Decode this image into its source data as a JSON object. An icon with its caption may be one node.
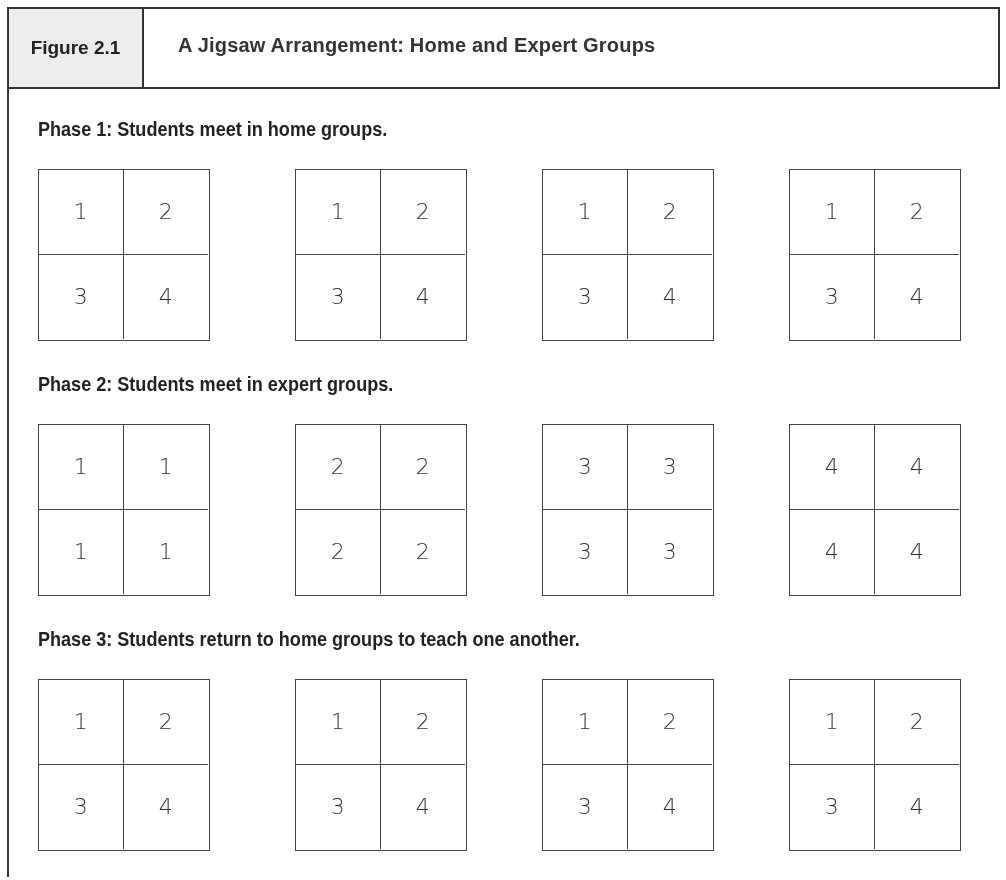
{
  "diagram": {
    "title": "A Jigsaw Arrangement: Home and Expert Groups",
    "nodes": [
      {
        "text": [],
        "shape": "box"
      },
      {
        "text": [
          "1"
        ],
        "in": 0
      },
      {
        "text": [
          "2"
        ],
        "in": 0
      },
      {
        "text": [
          "3"
        ],
        "in": 0
      },
      {
        "text": [
          "4"
        ],
        "in": 0
      },
      {
        "text": [],
        "shape": "box"
      },
      {
        "text": [
          "1"
        ],
        "in": 5
      },
      {
        "text": [
          "2"
        ],
        "in": 5
      },
      {
        "text": [
          "3"
        ],
        "in": 5
      },
      {
        "text": [
          "4"
        ],
        "in": 5
      },
      {
        "text": [],
        "shape": "box"
      },
      {
        "text": [
          "1"
        ],
        "in": 10
      },
      {
        "text": [
          "2"
        ],
        "in": 10
      },
      {
        "text": [
          "3"
        ],
        "in": 10
      },
      {
        "text": [
          "4"
        ],
        "in": 10
      },
      {
        "text": [],
        "shape": "box"
      },
      {
        "text": [
          "1"
        ],
        "in": 15
      },
      {
        "text": [
          "2"
        ],
        "in": 15
      },
      {
        "text": [
          "3"
        ],
        "in": 15
      },
      {
        "text": [
          "4"
        ],
        "in": 15
      },
      {
        "text": [],
        "shape": "box"
      },
      {
        "text": [
          "1"
        ],
        "in": 20
      },
      {
        "text": [
          "1"
        ],
        "in": 20
      },
      {
        "text": [
          "1"
        ],
        "in": 20
      },
      {
        "text": [
          "1"
        ],
        "in": 20
      },
      {
        "text": [],
        "shape": "box"
      },
      {
        "text": [
          "2"
        ],
        "in": 25
      },
      {
        "text": [
          "2"
        ],
        "in": 25
      },
      {
        "text": [
          "2"
        ],
        "in": 25
      },
      {
        "text": [
          "2"
        ],
        "in": 25
      },
      {
        "text": [],
        "shape": "box"
      },
      {
        "text": [
          "3"
        ],
        "in": 30
      },
      {
        "text": [
          "3"
        ],
        "in": 30
      },
      {
        "text": [
          "3"
        ],
        "in": 30
      },
      {
        "text": [
          "3"
        ],
        "in": 30
      },
      {
        "text": [],
        "shape": "box"
      },
      {
        "text": [
          "4"
        ],
        "in": 35
      },
      {
        "text": [
          "4"
        ],
        "in": 35
      },
      {
        "text": [
          "4"
        ],
        "in": 35
      },
      {
        "text": [
          "4"
        ],
        "in": 35
      },
      {
        "text": [],
        "shape": "box"
      },
      {
        "text": [
          "1"
        ],
        "in": 40
      },
      {
        "text": [
          "2"
        ],
        "in": 40
      },
      {
        "text": [
          "3"
        ],
        "in": 40
      },
      {
        "text": [
          "4"
        ],
        "in": 40
      },
      {
        "text": [],
        "shape": "box"
      },
      {
        "text": [
          "1"
        ],
        "in": 45
      },
      {
        "text": [
          "2"
        ],
        "in": 45
      },
      {
        "text": [
          "3"
        ],
        "in": 45
      },
      {
        "text": [
          "4"
        ],
        "in": 45
      },
      {
        "text": [],
        "shape": "box"
      },
      {
        "text": [
          "1"
        ],
        "in": 50
      },
      {
        "text": [
          "2"
        ],
        "in": 50
      },
      {
        "text": [
          "3"
        ],
        "in": 50
      },
      {
        "text": [
          "4"
        ],
        "in": 50
      },
      {
        "text": [],
        "shape": "box"
      },
      {
        "text": [
          "1"
        ],
        "in": 55
      },
      {
        "text": [
          "2"
        ],
        "in": 55
      },
      {
        "text": [
          "3"
        ],
        "in": 55
      },
      {
        "text": [
          "4"
        ],
        "in": 55
      }
    ],
    "labels": [
      "Figure 2.1",
      "Phase 1: Students meet in home groups.",
      "Phase 2: Students meet in expert groups.",
      "Phase 3: Students return to home groups to teach one another."
    ]
  }
}
